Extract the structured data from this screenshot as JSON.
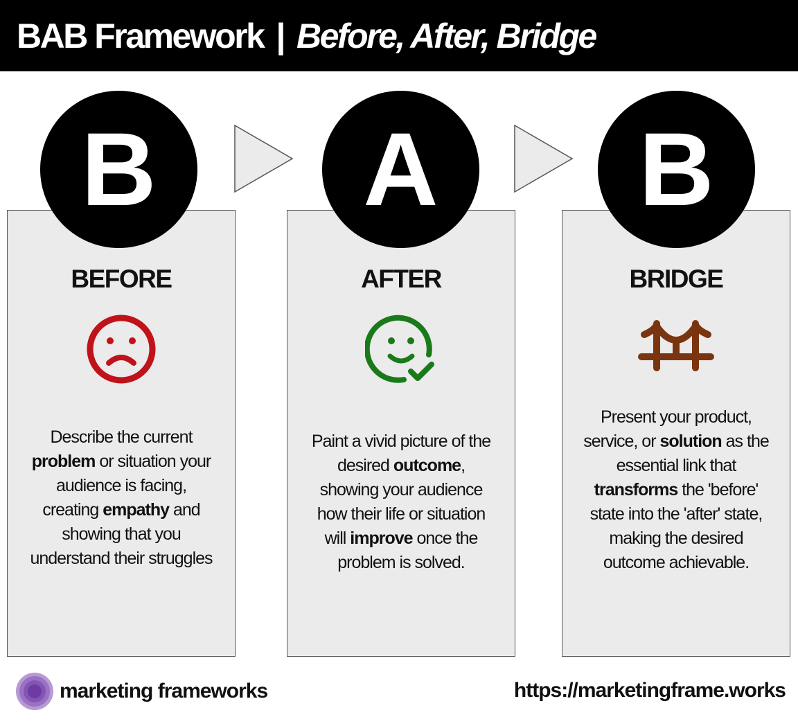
{
  "header": {
    "title": "BAB Framework",
    "separator": "|",
    "subtitle": "Before, After, Bridge"
  },
  "steps": [
    {
      "letter": "B",
      "heading": "BEFORE",
      "icon": "sad-face-icon",
      "color": "#c0121a",
      "lines": [
        [
          {
            "t": "Describe the current"
          }
        ],
        [
          {
            "t": "problem",
            "b": true
          },
          {
            "t": " or situation your"
          }
        ],
        [
          {
            "t": "audience is facing,"
          }
        ],
        [
          {
            "t": "creating "
          },
          {
            "t": "empathy",
            "b": true
          },
          {
            "t": " and"
          }
        ],
        [
          {
            "t": "showing that you"
          }
        ],
        [
          {
            "t": "understand their struggles"
          }
        ]
      ]
    },
    {
      "letter": "A",
      "heading": "AFTER",
      "icon": "happy-face-check-icon",
      "color": "#1a7a1a",
      "lines": [
        [
          {
            "t": "Paint a vivid picture of the"
          }
        ],
        [
          {
            "t": "desired "
          },
          {
            "t": "outcome",
            "b": true
          },
          {
            "t": ","
          }
        ],
        [
          {
            "t": "showing your audience"
          }
        ],
        [
          {
            "t": "how their life or situation"
          }
        ],
        [
          {
            "t": "will "
          },
          {
            "t": "improve",
            "b": true
          },
          {
            "t": " once the"
          }
        ],
        [
          {
            "t": "problem is solved."
          }
        ]
      ]
    },
    {
      "letter": "B",
      "heading": "BRIDGE",
      "icon": "bridge-icon",
      "color": "#7a3510",
      "lines": [
        [
          {
            "t": "Present your product,"
          }
        ],
        [
          {
            "t": "service, or "
          },
          {
            "t": "solution",
            "b": true
          },
          {
            "t": " as the"
          }
        ],
        [
          {
            "t": "essential link that"
          }
        ],
        [
          {
            "t": "transforms",
            "b": true
          },
          {
            "t": " the 'before'"
          }
        ],
        [
          {
            "t": "state into the 'after' state,"
          }
        ],
        [
          {
            "t": "making the desired"
          }
        ],
        [
          {
            "t": "outcome achievable."
          }
        ]
      ]
    }
  ],
  "footer": {
    "brand": "marketing frameworks",
    "url": "https://marketingframe.works"
  }
}
